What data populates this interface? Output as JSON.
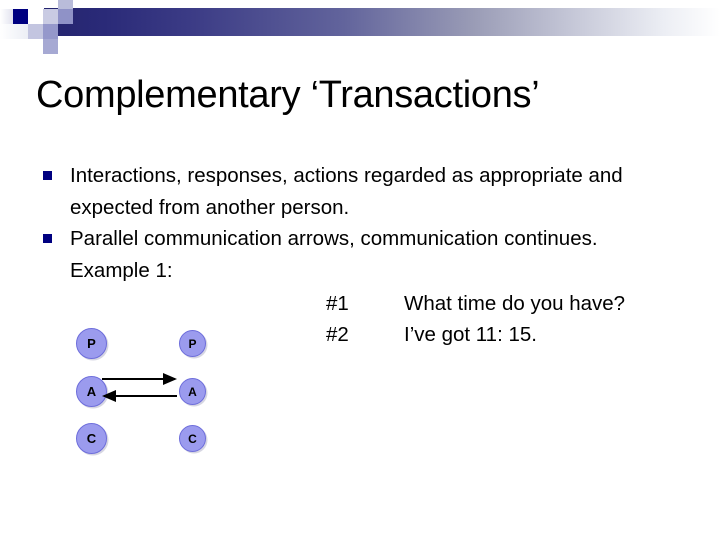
{
  "slide": {
    "title": "Complementary ‘Transactions’",
    "bullets": [
      "Interactions, responses, actions regarded as appropriate and expected from another person.",
      "Parallel communication arrows, communication continues."
    ],
    "example_label": "Example 1:"
  },
  "dialogue": {
    "lines": [
      {
        "speaker": "#1",
        "text": "What time do you have?"
      },
      {
        "speaker": "#2",
        "text": "I’ve got 11: 15."
      }
    ]
  },
  "pac_diagram": {
    "left_column": [
      {
        "label": "P"
      },
      {
        "label": "A"
      },
      {
        "label": "C"
      }
    ],
    "right_column": [
      {
        "label": "P"
      },
      {
        "label": "A"
      },
      {
        "label": "C"
      }
    ],
    "arrows": [
      {
        "name": "arrow-left-to-right",
        "direction": "right"
      },
      {
        "name": "arrow-right-to-left",
        "direction": "left"
      }
    ],
    "circle_color": "#9b9bee",
    "arrow_color": "#000000"
  },
  "decoration": {
    "accent_color": "#000080",
    "gradient_start": "#24246e",
    "gradient_end": "#ffffff"
  }
}
